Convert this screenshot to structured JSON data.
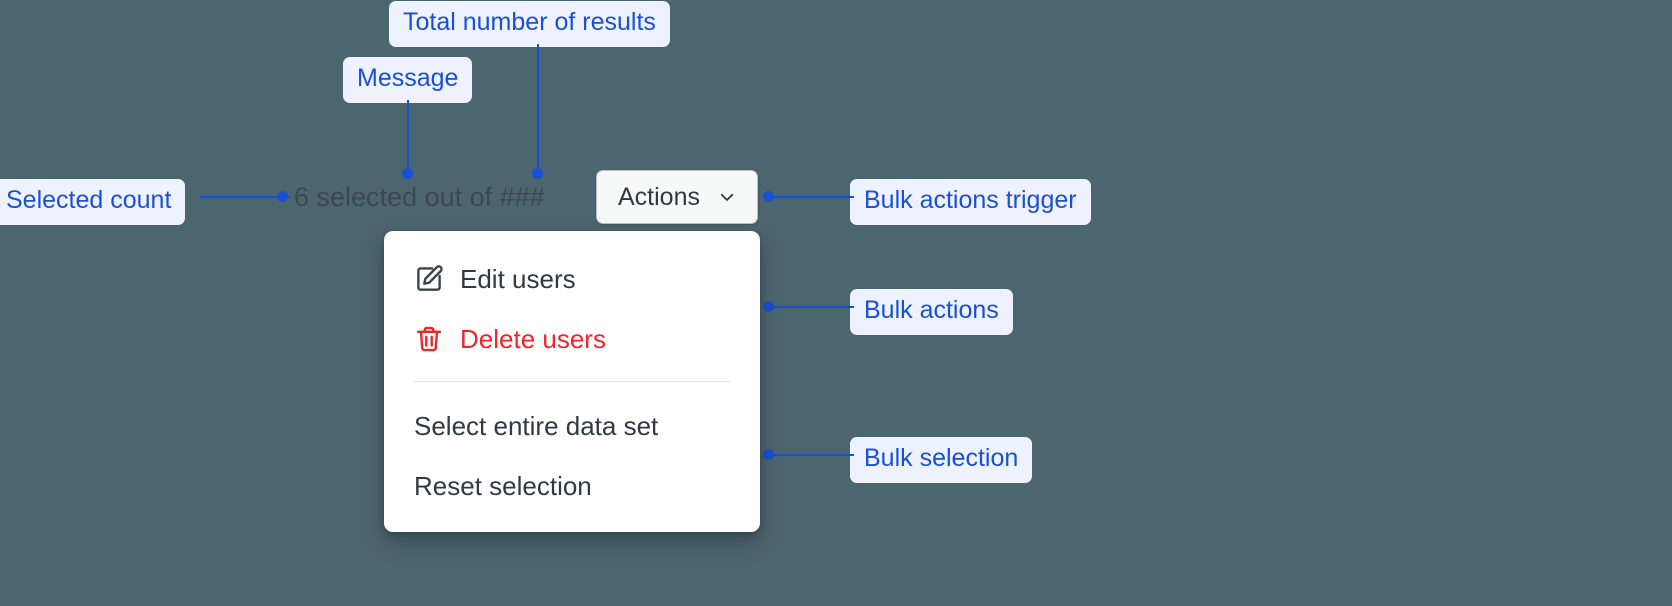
{
  "canvas": {
    "background_color": "#4c6670",
    "annotation_color": "#1a4fd6",
    "annotation_bg": "#eef2fe"
  },
  "annotations": [
    {
      "id": "total-results",
      "label": "Total number of results"
    },
    {
      "id": "message",
      "label": "Message"
    },
    {
      "id": "selected-count",
      "label": "Selected count"
    },
    {
      "id": "bulk-trigger",
      "label": "Bulk actions trigger"
    },
    {
      "id": "bulk-actions",
      "label": "Bulk actions"
    },
    {
      "id": "bulk-selection",
      "label": "Bulk selection"
    }
  ],
  "widget": {
    "selection_message": "6 selected out of ###",
    "selected_count": "6",
    "total_results_placeholder": "###",
    "message_text_color": "#3d4752",
    "actions_button": {
      "label": "Actions",
      "icon": "chevron-down-icon"
    },
    "menu": {
      "items": [
        {
          "label": "Edit users",
          "icon": "edit-pencil-square-icon",
          "variant": "default"
        },
        {
          "label": "Delete users",
          "icon": "trash-icon",
          "variant": "danger",
          "color": "#f3232b"
        }
      ],
      "selection_items": [
        {
          "label": "Select entire data set",
          "icon": null,
          "variant": "default"
        },
        {
          "label": "Reset selection",
          "icon": null,
          "variant": "default"
        }
      ]
    }
  }
}
